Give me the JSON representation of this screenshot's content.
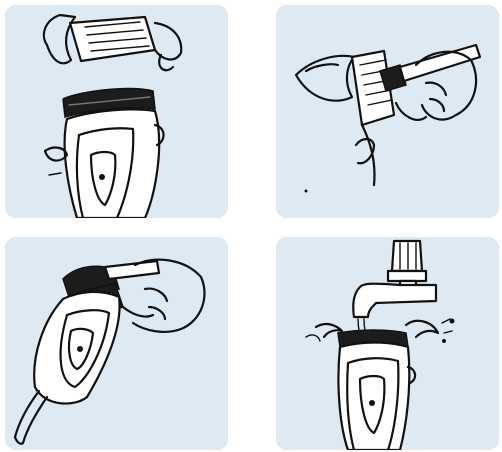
{
  "panel_bg": "#dde9f3",
  "steps": [
    {
      "id": "remove-foil-head",
      "icon": "shaver-lift-foil-icon"
    },
    {
      "id": "brush-foil",
      "icon": "brush-foil-icon"
    },
    {
      "id": "brush-blade-block",
      "icon": "brush-shaver-icon"
    },
    {
      "id": "rinse-under-tap",
      "icon": "tap-rinse-icon"
    }
  ]
}
